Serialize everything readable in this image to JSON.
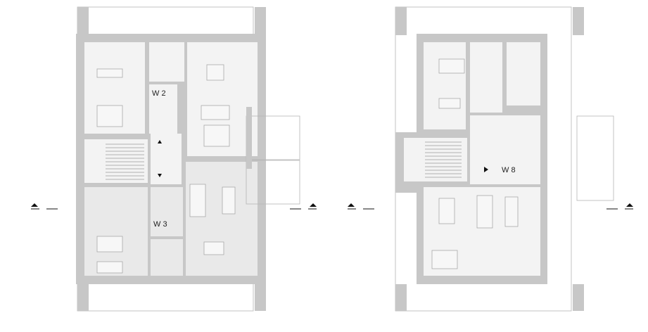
{
  "plans": [
    {
      "name": "left-plan",
      "units": [
        {
          "label": "W 2"
        },
        {
          "label": "W 3"
        }
      ]
    },
    {
      "name": "right-plan",
      "units": [
        {
          "label": "W 8"
        }
      ]
    }
  ],
  "colors": {
    "wall": "#c7c7c7",
    "room": "#f3f3f3",
    "room_shaded": "#e9e9e9",
    "marker": "#111111"
  }
}
